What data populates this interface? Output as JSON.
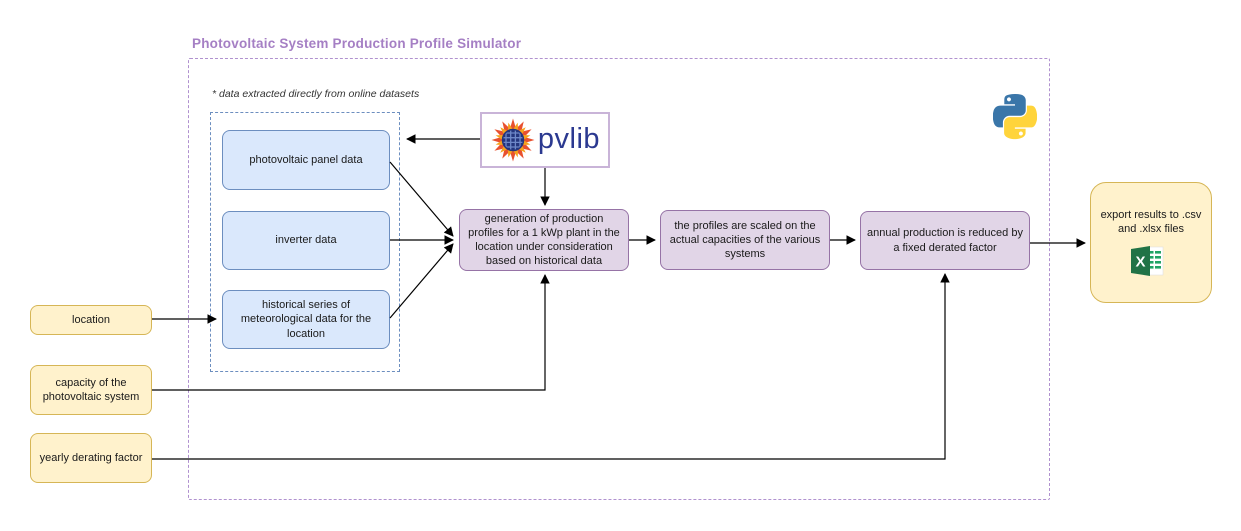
{
  "title": "Photovoltaic System Production Profile Simulator",
  "note": "* data extracted directly from online datasets",
  "sources": [
    {
      "label": "photovoltaic panel data"
    },
    {
      "label": "inverter data"
    },
    {
      "label": "historical series of meteorological data for the location"
    }
  ],
  "processes": [
    {
      "label": "generation of production profiles for a 1 kWp plant in the location under consideration based on historical data"
    },
    {
      "label": "the profiles are scaled on the actual capacities of the various systems"
    },
    {
      "label": "annual production is reduced by a fixed derated factor"
    }
  ],
  "inputs": [
    {
      "label": "location"
    },
    {
      "label": "capacity of the photovoltaic system"
    },
    {
      "label": "yearly derating factor"
    }
  ],
  "output": {
    "label": "export results to .csv and .xlsx files"
  },
  "logos": {
    "pvlib_text": "pvlib",
    "pvlib_icon": "sun-solar-panel-icon",
    "python_icon": "python-icon",
    "excel_icon": "excel-icon"
  },
  "colors": {
    "title_purple": "#a57fc4",
    "container_dash": "#b091cf",
    "source_fill": "#dae8fc",
    "source_border": "#6c8ebf",
    "process_fill": "#e1d5e7",
    "process_border": "#9673a6",
    "input_fill": "#fff2cc",
    "input_border": "#d6b656",
    "pvlib_blue": "#2b3990",
    "excel_green": "#217346",
    "python_blue": "#3a76a9",
    "python_yellow": "#ffd43b",
    "arrow": "#000000"
  }
}
